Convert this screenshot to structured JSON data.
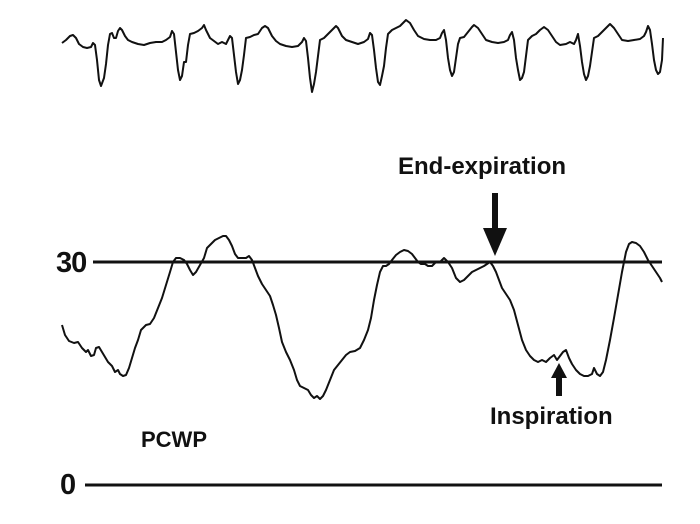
{
  "figure": {
    "ecg_label": "",
    "pcwp_label": "PCWP",
    "annotations": {
      "end_expiration": "End-expiration",
      "inspiration": "Inspiration"
    },
    "y_axis": {
      "ticks": [
        "30",
        "0"
      ],
      "units_hint": "mmHg"
    },
    "colors": {
      "trace": "#111111",
      "background": "#ffffff"
    }
  },
  "chart_data": {
    "type": "line",
    "title": "",
    "series": [
      {
        "name": "ECG",
        "description": "Top trace: ~10 cardiac cycles with deep negative QRS deflections",
        "beats": 10
      },
      {
        "name": "PCWP",
        "description": "Pulmonary capillary wedge pressure with respiratory variation",
        "reference_lines": [
          30,
          0
        ],
        "approx_peak_end_expiration": 30,
        "approx_nadir_inspiration": 14
      }
    ],
    "annotations": [
      "End-expiration",
      "Inspiration"
    ],
    "ylim": [
      0,
      35
    ]
  }
}
